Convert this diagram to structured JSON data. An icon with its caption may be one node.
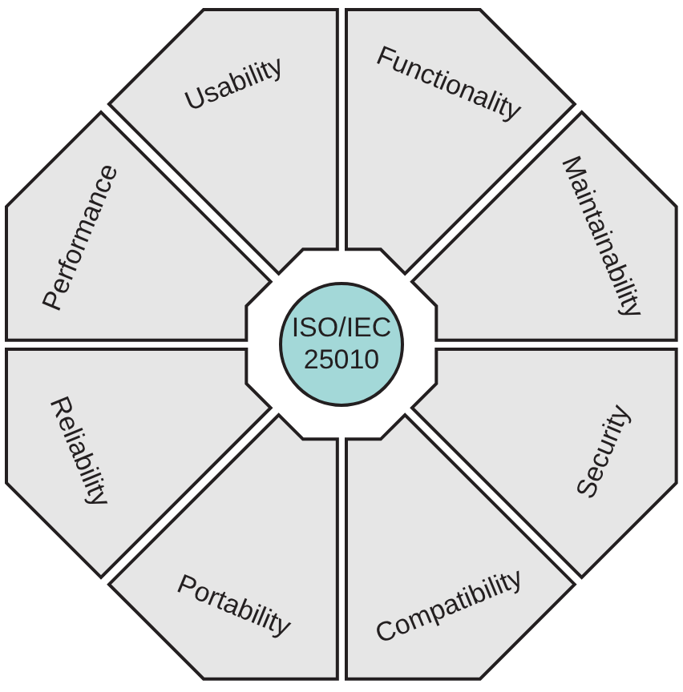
{
  "diagram": {
    "nodes": [
      {
        "text": [
          "ISO/IEC 25010"
        ]
      },
      {
        "text": [
          "Usability"
        ]
      },
      {
        "text": [
          "Functionality"
        ]
      },
      {
        "text": [
          "Maintainability"
        ]
      },
      {
        "text": [
          "Security"
        ]
      },
      {
        "text": [
          "Compatibility"
        ]
      },
      {
        "text": [
          "Portability"
        ]
      },
      {
        "text": [
          "Reliability"
        ]
      },
      {
        "text": [
          "Performance"
        ]
      }
    ]
  }
}
